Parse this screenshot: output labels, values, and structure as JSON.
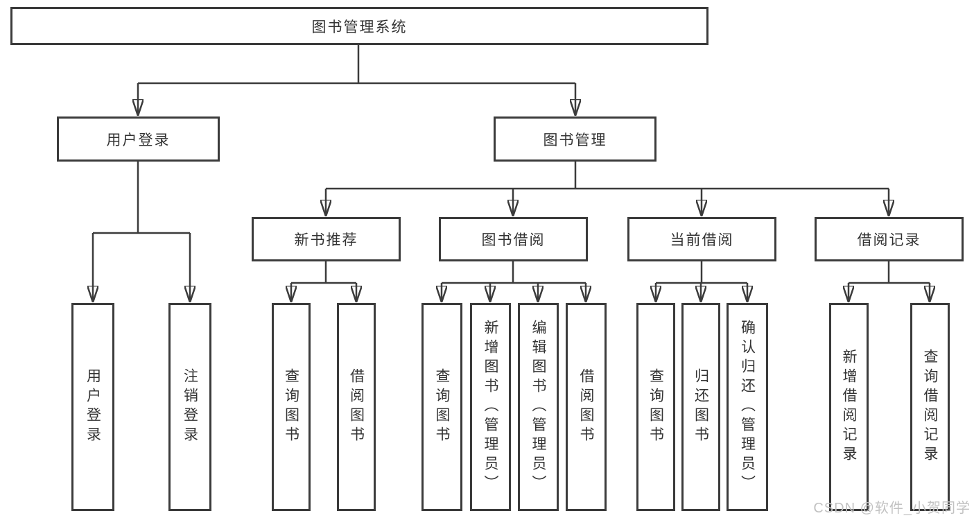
{
  "colors": {
    "line": "#3b3b3b",
    "box_border": "#3b3b3b",
    "text": "#333333",
    "background": "#ffffff",
    "watermark": "#c2c2c2"
  },
  "tree": {
    "root": {
      "label": "图书管理系统"
    },
    "branches": {
      "user_login": {
        "label": "用户登录",
        "children": [
          {
            "label": "用户登录"
          },
          {
            "label": "注销登录"
          }
        ]
      },
      "book_management": {
        "label": "图书管理",
        "children": {
          "new_book_recommend": {
            "label": "新书推荐",
            "children": [
              {
                "label": "查询图书"
              },
              {
                "label": "借阅图书"
              }
            ]
          },
          "book_borrow": {
            "label": "图书借阅",
            "children": [
              {
                "label": "查询图书"
              },
              {
                "label": "新增图书（管理员）"
              },
              {
                "label": "编辑图书（管理员）"
              },
              {
                "label": "借阅图书"
              }
            ]
          },
          "current_borrow": {
            "label": "当前借阅",
            "children": [
              {
                "label": "查询图书"
              },
              {
                "label": "归还图书"
              },
              {
                "label": "确认归还（管理员）"
              }
            ]
          },
          "borrow_record": {
            "label": "借阅记录",
            "children": [
              {
                "label": "新增借阅记录"
              },
              {
                "label": "查询借阅记录"
              }
            ]
          }
        }
      }
    }
  },
  "watermark": {
    "text": "CSDN @软件_小贺同学"
  }
}
